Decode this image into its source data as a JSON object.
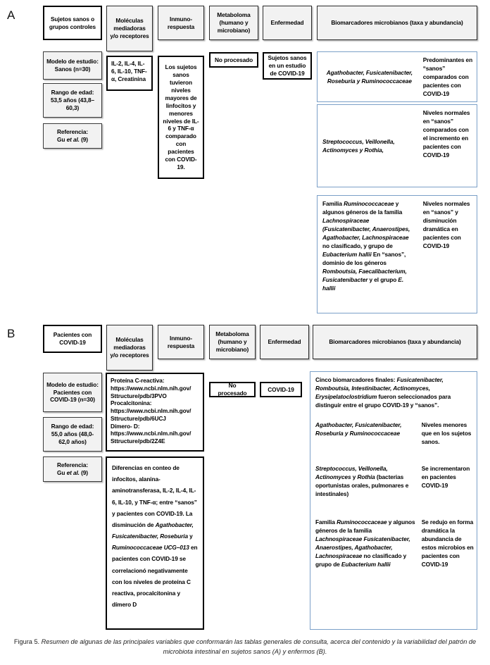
{
  "figure": {
    "caption_label": "Figura 5.",
    "caption_text": "Resumen de algunas de las principales variables que conformarán las tablas generales de consulta, acerca del contenido y la variabilidad del patrón de microbiota intestinal en sujetos sanos (A) y enfermos (B).",
    "accent_blue": "#7ba0c8",
    "header_fill": "#f2f2f2",
    "border_black": "#000000"
  },
  "panelA": {
    "letter": "A",
    "headers": [
      "Sujetos sanos o grupos controles",
      "Moléculas mediadoras y/o receptores",
      "Inmuno-respuesta",
      "Metaboloma (humano y microbiano)",
      "Enfermedad",
      "Biomarcadores microbianos  (taxa y abundancia)"
    ],
    "meta": [
      "Modelo de estudio: Sanos (n=30)",
      "Rango de edad:  53,5 años (43,8–60,3)",
      "Referencia: Gu et al. (9)"
    ],
    "reference_italic": "et al.",
    "molecules": "IL-2, IL-4, IL-6, IL-10, TNF-α, Creatinina",
    "immune": "Los sujetos sanos tuvieron niveles mayores de linfocitos y menores niveles de IL-6 y TNF-α comparado con pacientes con COVID-19.",
    "metabolome": "No procesado",
    "disease": "Sujetos sanos en un estudio de COVID-19",
    "biomarkers": [
      {
        "taxa_italic": "Agathobacter, Fusicatenibacter, Roseburia y Ruminococcaceae",
        "note": "Predominantes en “sanos” comparados con pacientes con COVID-19"
      },
      {
        "taxa_italic": "Streptococcus, Veillonella, Actinomyces y Rothia,",
        "note": "Niveles normales en “sanos” comparados con el incremento en pacientes con COVID-19"
      },
      {
        "taxa_rich": [
          {
            "t": "Familia ",
            "i": false
          },
          {
            "t": "Ruminococcaceae",
            "i": true
          },
          {
            "t": " y algunos géneros de  la familia ",
            "i": false
          },
          {
            "t": "Lachnospiraceae (Fusicatenibacter, Anaerostipes, Agathobacter, Lachnospiraceae",
            "i": true
          },
          {
            "t": " no clasificado, y grupo de ",
            "i": false
          },
          {
            "t": "Eubacterium hallii",
            "i": true
          },
          {
            "t": " En “sanos”, dominio de los géneros ",
            "i": false
          },
          {
            "t": "Romboutsia, Faecalibacterium, Fusicatenibacter",
            "i": true
          },
          {
            "t": "  y  el grupo ",
            "i": false
          },
          {
            "t": "E. hallii",
            "i": true
          }
        ],
        "note": "Niveles normales en “sanos” y disminución dramática en pacientes con COVID-19"
      }
    ]
  },
  "panelB": {
    "letter": "B",
    "headers": [
      "Pacientes con COVID-19",
      "Moléculas mediadoras y/o receptores",
      "Inmuno-respuesta",
      "Metaboloma (humano y microbiano)",
      "Enfermedad",
      "Biomarcadores microbianos (taxa y abundancia)"
    ],
    "meta": [
      "Modelo de estudio: Pacientes con COVID-19 (n=30)",
      "Rango de edad: 55,0 años (48,0-62,0 años)",
      "Referencia: Gu et al. (9)"
    ],
    "molecules_lines": [
      "Proteína C-reactiva:",
      "https://www.ncbi.nlm.nih.gov/",
      "Sttructure/pdb/3PVO",
      "Procalcitonina:",
      "https://www.ncbi.nlm.nih.gov/",
      "Sttructure/pdb/6UCJ",
      "Dímero- D:",
      "https://www.ncbi.nlm.nih.gov/",
      "Sttructure/pdb/2Z4E"
    ],
    "immune_rich": [
      {
        "t": "Diferencias en conteo de infocitos, alanina-aminotransferasa, IL-2, IL-4, IL-6, IL-10, y TNF-α; entre “sanos” y pacientes  con COVID-19. La disminución de ",
        "i": false
      },
      {
        "t": "Agathobacter, Fusicatenibacter, Roseburia",
        "i": true
      },
      {
        "t": " y ",
        "i": false
      },
      {
        "t": "Ruminococcaceae UCG–013",
        "i": true
      },
      {
        "t": " en pacientes con COVID-19 se correlacionó negativamente  con los niveles de proteína C reactiva, procalcitonina y  dímero D",
        "i": false
      }
    ],
    "metabolome": "No procesado",
    "disease": "COVID-19",
    "biomarkers_intro": [
      {
        "t": "Cinco biomarcadores finales: ",
        "i": false
      },
      {
        "t": "Fusicatenibacter,  Romboutsia,  Intestinibacter, Actinomyces, Erysipelatoclostridium",
        "i": true
      },
      {
        "t": " fueron seleccionados para distinguir entre el grupo COVID-19 y “sanos”.",
        "i": false
      }
    ],
    "biomarkers": [
      {
        "taxa_italic": "Agathobacter, Fusicatenibacter, Roseburia y  Ruminococcaceae",
        "note": "Niveles menores que en los sujetos sanos."
      },
      {
        "taxa_rich": [
          {
            "t": "Streptococcus, Veillonella, Actinomyces",
            "i": true
          },
          {
            "t": " y ",
            "i": false
          },
          {
            "t": "Rothia",
            "i": true
          },
          {
            "t": " (bacterias oportunistas orales, pulmonares e intestinales)",
            "i": false
          }
        ],
        "note": "Se incrementaron en pacientes COVID-19"
      },
      {
        "taxa_rich": [
          {
            "t": "Familia ",
            "i": false
          },
          {
            "t": "Ruminococcaceae",
            "i": true
          },
          {
            "t": " y algunos géneros de la familia ",
            "i": false
          },
          {
            "t": "Lachnospiraceae Fusicatenibacter, Anaerostipes, Agathobacter, Lachnospiraceae",
            "i": true
          },
          {
            "t": " no clasificado y grupo de ",
            "i": false
          },
          {
            "t": "Eubacterium hallii",
            "i": true
          }
        ],
        "note": "Se redujo en forma dramática la abundancia de estos microbios en pacientes con COVID-19"
      }
    ]
  }
}
